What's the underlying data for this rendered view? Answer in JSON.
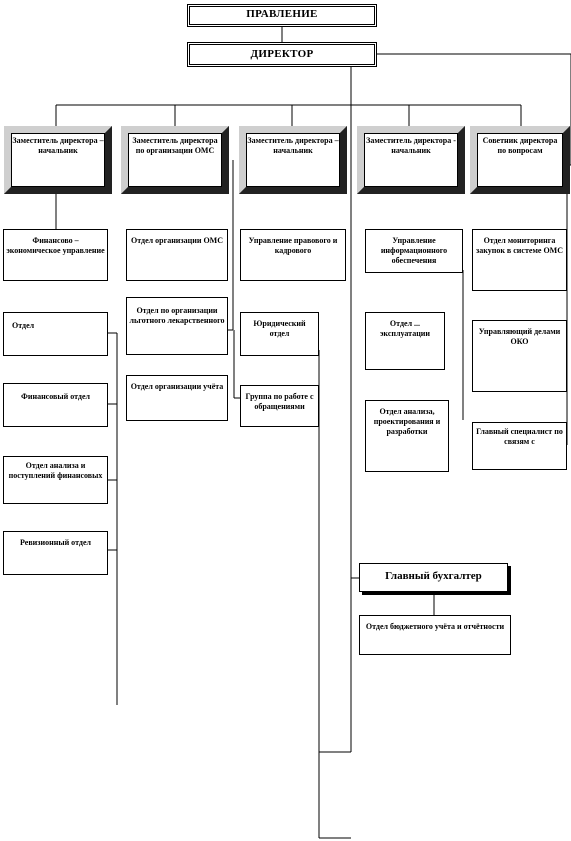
{
  "board": "ПРАВЛЕНИЕ",
  "director": "ДИРЕКТОР",
  "deputies": [
    "Заместитель директора – начальник",
    "Заместитель директора по организации ОМС",
    "Заместитель директора – начальник",
    "Заместитель директора - начальник",
    "Советник директора по вопросам"
  ],
  "col1": [
    "Финансово – экономическое управление",
    "Отдел",
    "Финансовый отдел",
    "Отдел анализа и поступлений финансовых",
    "Ревизионный отдел"
  ],
  "col2": [
    "Отдел организации ОМС",
    "Отдел по организации льготного лекарственного",
    "Отдел организации учёта"
  ],
  "col3": [
    "Управление правового и кадрового",
    "Юридический отдел",
    "Группа по работе с обращениями"
  ],
  "col4": [
    "Управление информационного обеспечения",
    "Отдел ... эксплуатации",
    "Отдел анализа, проектирования и разработки"
  ],
  "col5": [
    "Отдел мониторинга закупок в системе ОМС",
    "Управляющий делами ОКО",
    "Главный специалист по связям с"
  ],
  "chief_accountant": "Главный бухгалтер",
  "accounting_dept": "Отдел бюджетного учёта и отчётности"
}
